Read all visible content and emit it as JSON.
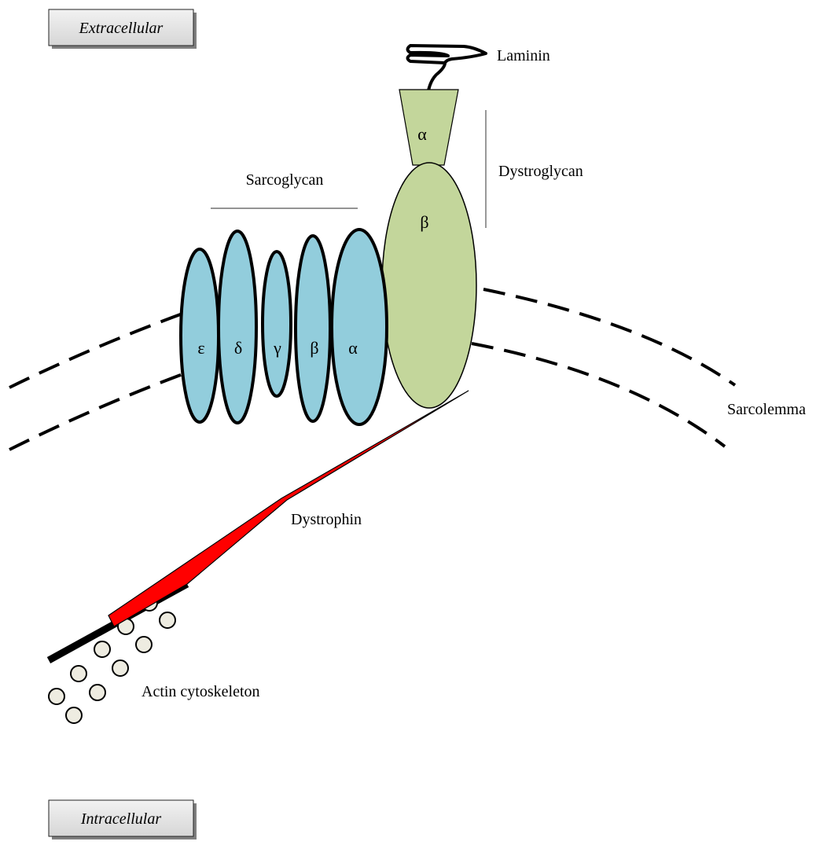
{
  "regions": {
    "extracellular": "Extracellular",
    "intracellular": "Intracellular"
  },
  "labels": {
    "laminin": "Laminin",
    "dystroglycan": "Dystroglycan",
    "sarcoglycan": "Sarcoglycan",
    "sarcolemma": "Sarcolemma",
    "dystrophin": "Dystrophin",
    "actin": "Actin cytoskeleton"
  },
  "dystroglycan_subunits": [
    "α",
    "β"
  ],
  "sarcoglycan_subunits": [
    "ε",
    "δ",
    "γ",
    "β",
    "α"
  ],
  "colors": {
    "sarcoglycan_fill": "#92cddc",
    "dystroglycan_fill": "#c3d69b",
    "dystrophin": "#ff0000",
    "actin_bead": "#eeece1",
    "region_box_fill": "#e6e6e6"
  }
}
